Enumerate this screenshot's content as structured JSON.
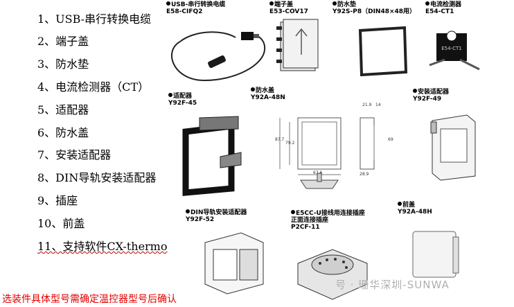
{
  "accessory_list": [
    "1、USB-串行转换电缆",
    "2、端子盖",
    "3、防水垫",
    "4、电流检测器（CT）",
    "5、适配器",
    "6、防水盖",
    "7、安装适配器",
    "8、DIN导轨安装适配器",
    "9、插座",
    "10、前盖",
    "11、支持软件CX-thermo"
  ],
  "footer_note": "选装件具体型号需确定温控器型号后确认",
  "products": {
    "usb": {
      "name": "USB-串行转换电缆",
      "model": "E58-CIFQ2"
    },
    "terminal_cover": {
      "name": "端子盖",
      "model": "E53-COV17"
    },
    "gasket": {
      "name": "防水垫",
      "model": "Y92S-P8（DIN48×48用）"
    },
    "ct": {
      "name": "电流检测器",
      "model": "E54-CT1"
    },
    "adapter": {
      "name": "适配器",
      "model": "Y92F-45"
    },
    "waterproof_cover": {
      "name": "防水盖",
      "model": "Y92A-48N"
    },
    "mount_adapter": {
      "name": "安装适配器",
      "model": "Y92F-49"
    },
    "din_adapter": {
      "name": "DIN导轨安装适配器",
      "model": "Y92F-52"
    },
    "socket": {
      "name": "E5CC-U接线用连接插座",
      "name2": "正面连接插座",
      "model": "P2CF-11"
    },
    "front_cover": {
      "name": "前盖",
      "model": "Y92A-48H"
    }
  },
  "dimensions": {
    "d1": "87.7",
    "d2": "79.2",
    "d3": "67.6",
    "d4": "21.9",
    "d5": "14",
    "d6": "69",
    "d7": "28.9"
  },
  "ct_label": "E54-CT1",
  "watermark": "号 · 珊华深圳-SUNWA"
}
